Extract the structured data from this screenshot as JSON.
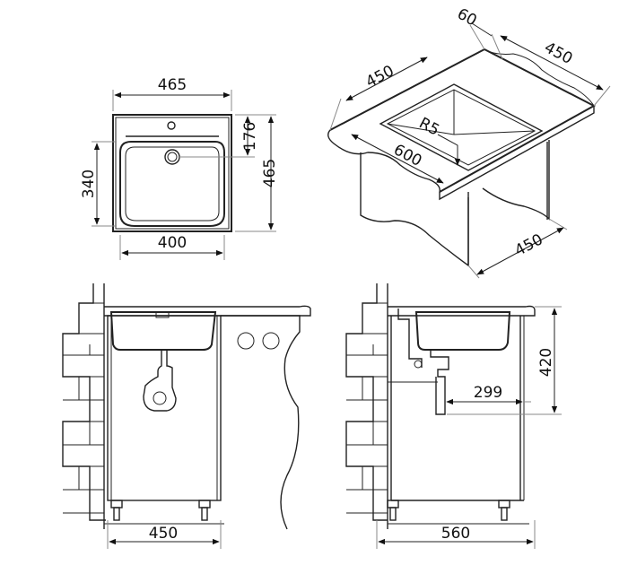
{
  "top_view": {
    "dim_width_top": "465",
    "dim_height_right": "465",
    "dim_drain_offset": "176",
    "dim_bowl_height": "340",
    "dim_bowl_width": "400"
  },
  "iso_view": {
    "dim_depth": "60",
    "dim_back_length": "450",
    "dim_bowl_length": "450",
    "dim_radius": "R5",
    "dim_front_length": "600",
    "dim_cabinet_depth": "450"
  },
  "front_view": {
    "dim_cabinet_width": "450"
  },
  "side_view": {
    "dim_cabinet_depth": "560",
    "dim_drain_height": "420",
    "dim_drain_offset": "299"
  }
}
